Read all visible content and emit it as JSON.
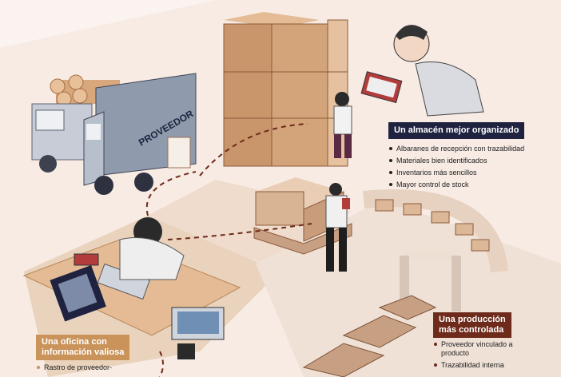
{
  "truck": {
    "side_text": "PROVEEDOR"
  },
  "warehouse": {
    "title": "Un almacén mejor organizado",
    "bullets": [
      "Albaranes de recepción con trazabilidad",
      "Materiales bien identificados",
      "Inventarios más sencillos",
      "Mayor control de stock"
    ]
  },
  "production": {
    "title_line1": "Una producción",
    "title_line2": "más controlada",
    "bullets": [
      "Proveedor vinculado a producto",
      "Trazabilidad interna"
    ]
  },
  "office": {
    "title_line1": "Una oficina con",
    "title_line2": "información valiosa",
    "bullets": [
      "Rastro de proveedor-"
    ]
  },
  "colors": {
    "navy": "#1f2340",
    "brown": "#6e2a1a",
    "tan": "#c9935a",
    "box": "#c9956b",
    "truck": "#8f9aac"
  }
}
